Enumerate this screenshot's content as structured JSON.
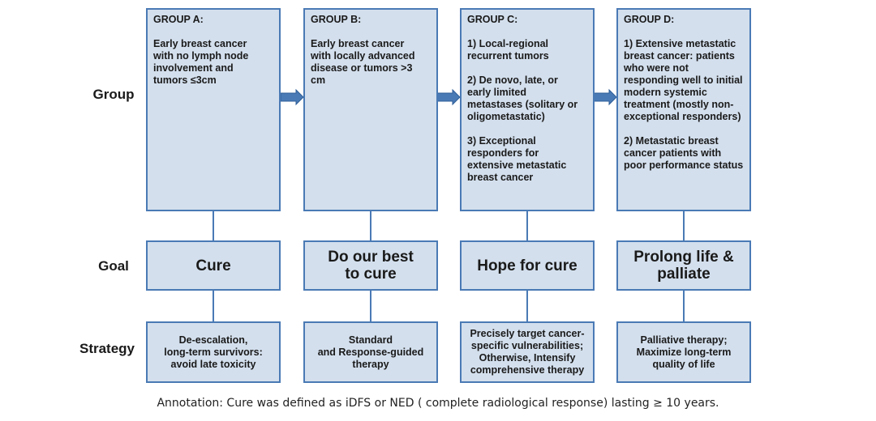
{
  "row_labels": {
    "group": "Group",
    "goal": "Goal",
    "strategy": "Strategy"
  },
  "columns": [
    {
      "title": "GROUP A:",
      "lines": [
        "Early breast cancer\nwith no lymph node\ninvolvement and\ntumors ≤3cm"
      ],
      "goal": "Cure",
      "strategy": "De-escalation,\nlong-term survivors:\navoid late toxicity"
    },
    {
      "title": "GROUP B:",
      "lines": [
        "Early breast cancer\nwith locally advanced\ndisease or tumors >3\ncm"
      ],
      "goal": "Do our best\nto cure",
      "strategy": "Standard\nand Response-guided\ntherapy"
    },
    {
      "title": "GROUP C:",
      "lines": [
        "1) Local-regional\nrecurrent tumors",
        "2) De novo, late,  or\nearly limited\nmetastases (solitary or\noligometastatic)",
        "3) Exceptional\nresponders for\nextensive metastatic\nbreast cancer"
      ],
      "goal": "Hope for cure",
      "strategy": "Precisely target cancer-\nspecific vulnerabilities;\nOtherwise, Intensify\ncomprehensive therapy"
    },
    {
      "title": "GROUP D:",
      "lines": [
        "1) Extensive metastatic\nbreast cancer: patients\nwho were not\nresponding well to initial\nmodern systemic\ntreatment (mostly non-\nexceptional responders)",
        "2) Metastatic breast\ncancer patients with\npoor performance status"
      ],
      "goal": "Prolong life &\npalliate",
      "strategy": "Palliative therapy;\nMaximize long-term\nquality of life"
    }
  ],
  "annotation": "Annotation: Cure was defined as iDFS or NED ( complete radiological response) lasting ≥ 10 years.",
  "colors": {
    "box_fill": "#d3dfed",
    "box_border": "#4a7ab5"
  }
}
